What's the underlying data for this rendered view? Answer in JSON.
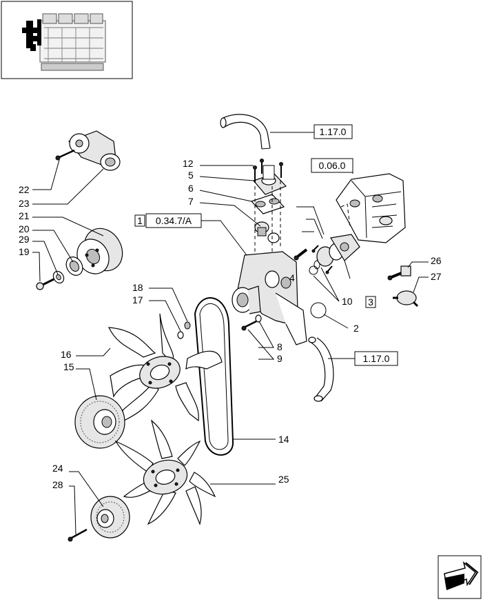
{
  "diagram": {
    "part_labels": {
      "p2": "2",
      "p3": "3",
      "p4": "4",
      "p5": "5",
      "p6": "6",
      "p7": "7",
      "p8": "8",
      "p9": "9",
      "p10": "10",
      "p12": "12",
      "p14": "14",
      "p15": "15",
      "p16": "16",
      "p17": "17",
      "p18": "18",
      "p19": "19",
      "p20": "20",
      "p21": "21",
      "p22": "22",
      "p23": "23",
      "p24": "24",
      "p25": "25",
      "p26": "26",
      "p27": "27",
      "p28": "28",
      "p29": "29"
    },
    "references": {
      "hose_top": "1.17.0",
      "hose_bottom": "1.17.0",
      "engine_block": "0.06.0",
      "pump_kit_prefix": "1",
      "pump_kit": "0.34.7/A"
    },
    "thumbnail_icon": "engine-overview-icon",
    "nav_icon": "next-page-arrow-icon"
  }
}
